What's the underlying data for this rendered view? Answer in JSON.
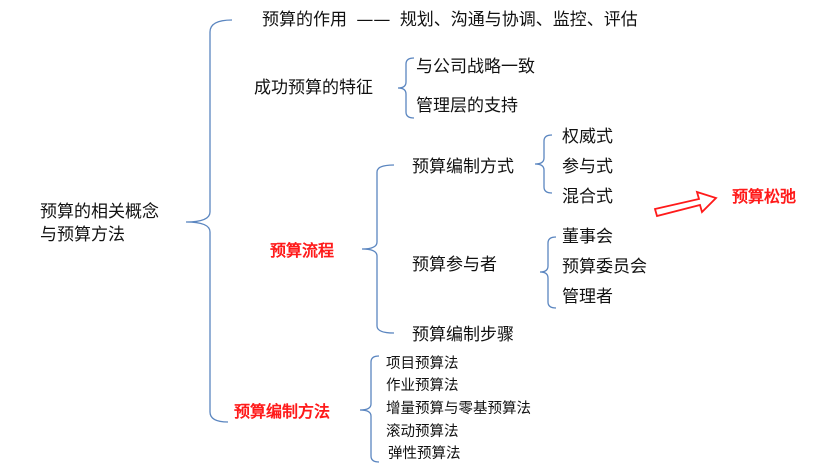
{
  "root": {
    "line1": "预算的相关概念",
    "line2": "与预算方法"
  },
  "role": {
    "label": "预算的作用",
    "dash": "——",
    "desc": "规划、沟通与协调、监控、评估"
  },
  "success": {
    "label": "成功预算的特征",
    "items": [
      "与公司战略一致",
      "管理层的支持"
    ]
  },
  "process": {
    "label": "预算流程",
    "modes": {
      "label": "预算编制方式",
      "items": [
        "权威式",
        "参与式",
        "混合式"
      ]
    },
    "participants": {
      "label": "预算参与者",
      "items": [
        "董事会",
        "预算委员会",
        "管理者"
      ]
    },
    "steps": {
      "label": "预算编制步骤"
    }
  },
  "slack": {
    "label": "预算松弛"
  },
  "methods": {
    "label": "预算编制方法",
    "items": [
      "项目预算法",
      "作业预算法",
      "增量预算与零基预算法",
      "滚动预算法",
      "弹性预算法"
    ]
  },
  "colors": {
    "brace": "#5b86c0",
    "highlight": "#ff1a1a"
  }
}
